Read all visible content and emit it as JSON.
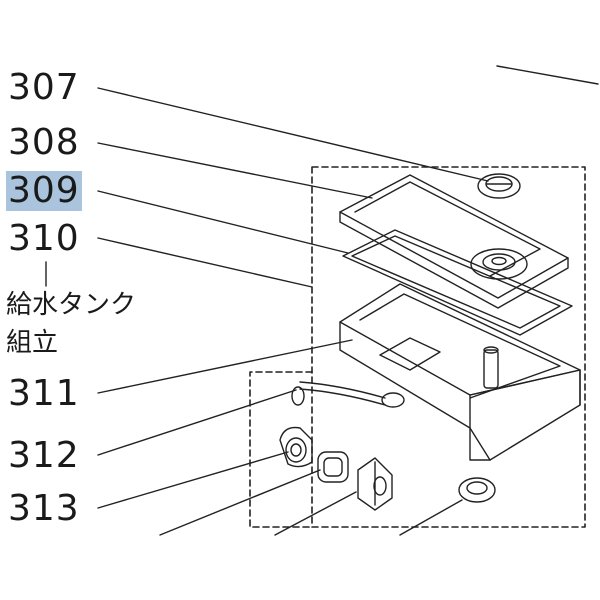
{
  "labels": {
    "p307": "307",
    "p308": "308",
    "p309": "309",
    "p310": "310",
    "assembly_line1": "給水タンク",
    "assembly_line2": "組立",
    "p311": "311",
    "p312": "312",
    "p313": "313"
  },
  "colors": {
    "highlight": "#a9c4dc",
    "line": "#222222"
  }
}
